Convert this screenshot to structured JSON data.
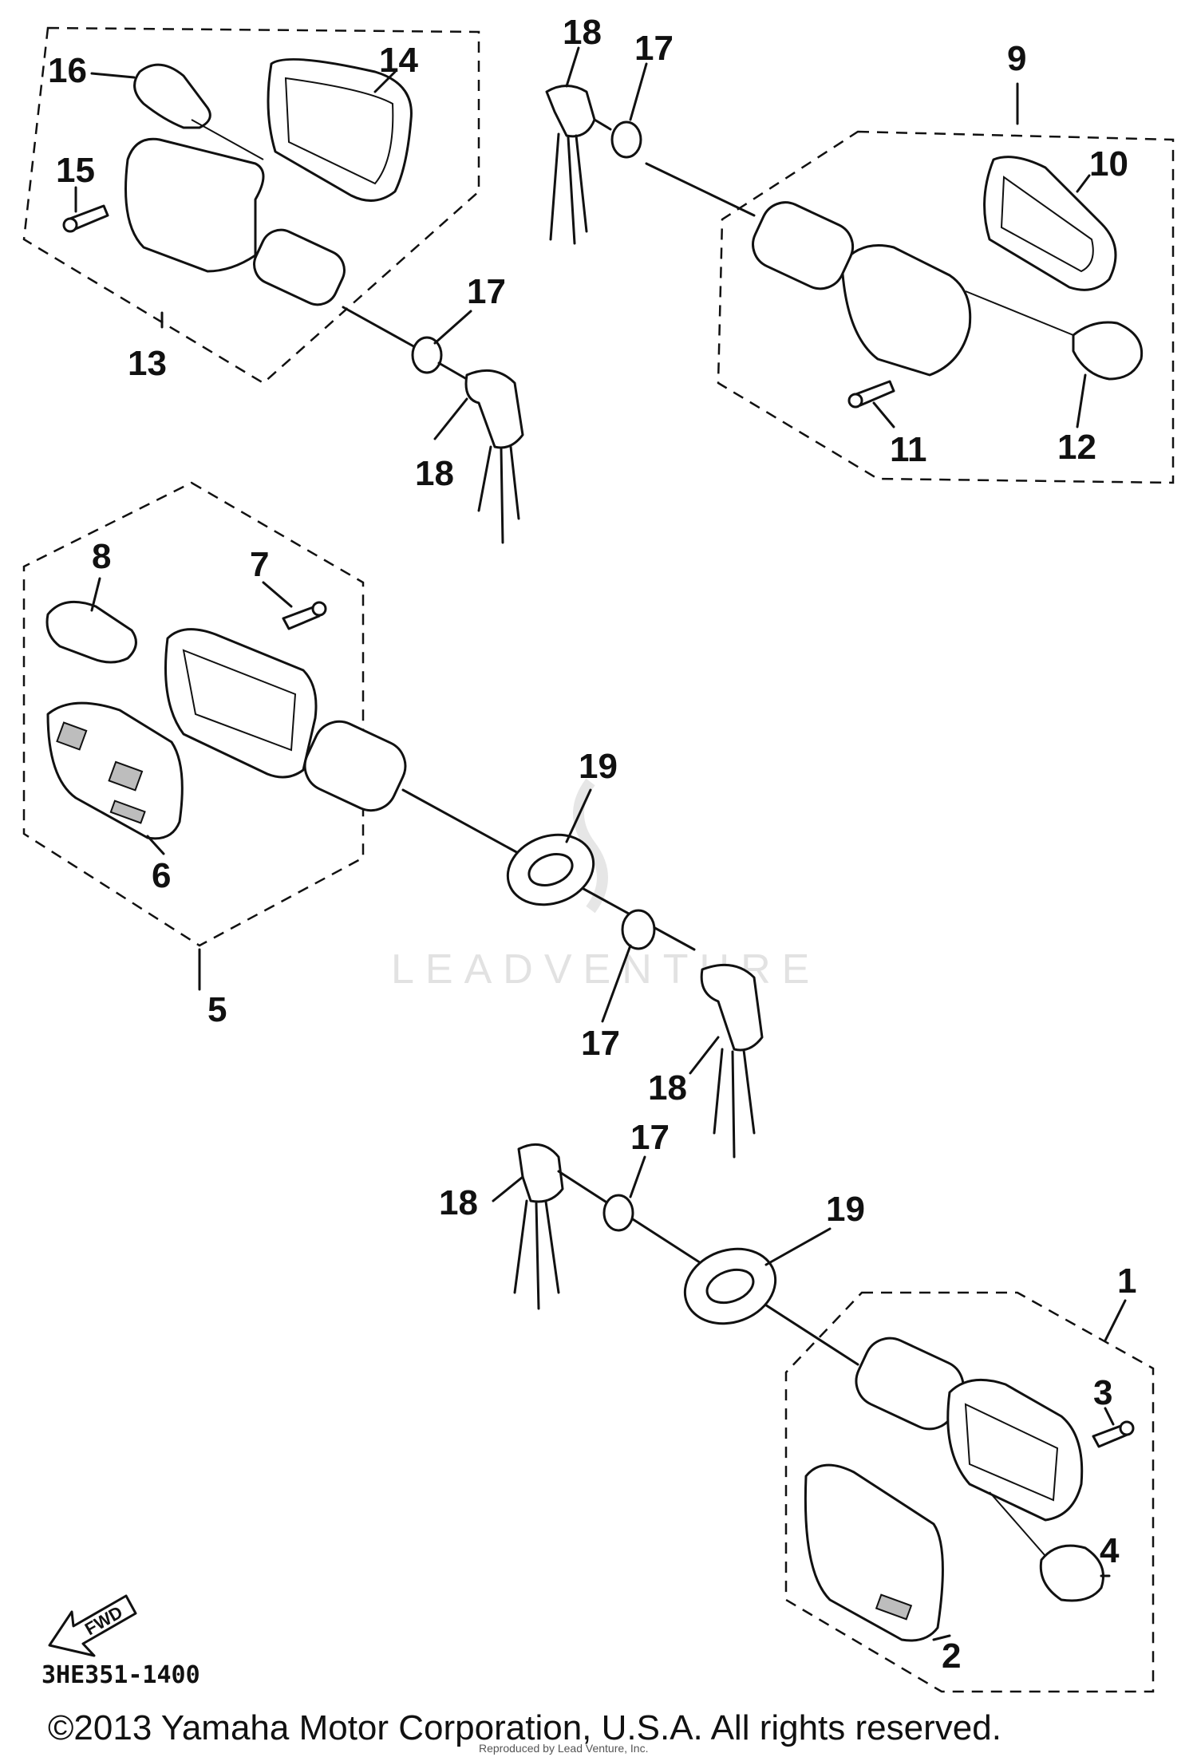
{
  "diagram": {
    "callouts": {
      "c1": "1",
      "c2": "2",
      "c3": "3",
      "c4": "4",
      "c5": "5",
      "c6": "6",
      "c7": "7",
      "c8": "8",
      "c9": "9",
      "c10": "10",
      "c11": "11",
      "c12": "12",
      "c13": "13",
      "c14": "14",
      "c15": "15",
      "c16": "16",
      "c17a": "17",
      "c17b": "17",
      "c17c": "17",
      "c17d": "17",
      "c18a": "18",
      "c18b": "18",
      "c18c": "18",
      "c18d": "18",
      "c19a": "19",
      "c19b": "19"
    },
    "fwd_label": "FWD",
    "part_code": "3HE351-1400",
    "watermark": "LEADVENTURE",
    "copyright": "©2013 Yamaha Motor Corporation, U.S.A. All rights reserved.",
    "footer_small": "Reproduced by Lead Venture, Inc."
  }
}
